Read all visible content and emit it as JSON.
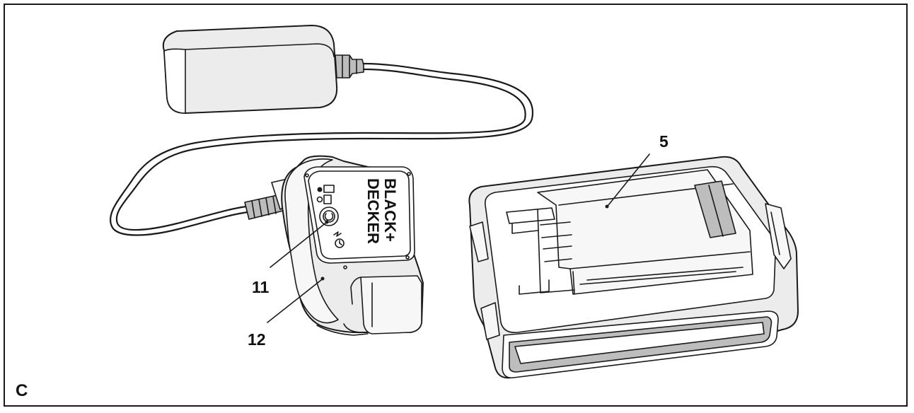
{
  "figure": {
    "letter": "C"
  },
  "callouts": {
    "battery": "5",
    "charge_button": "11",
    "charger": "12"
  },
  "charger_brand": {
    "line1": "BLACK+",
    "line2": "DECKER"
  },
  "colors": {
    "line": "#1a1a1a",
    "fill_light": "#ececec",
    "fill_dark": "#bdbdbd"
  }
}
